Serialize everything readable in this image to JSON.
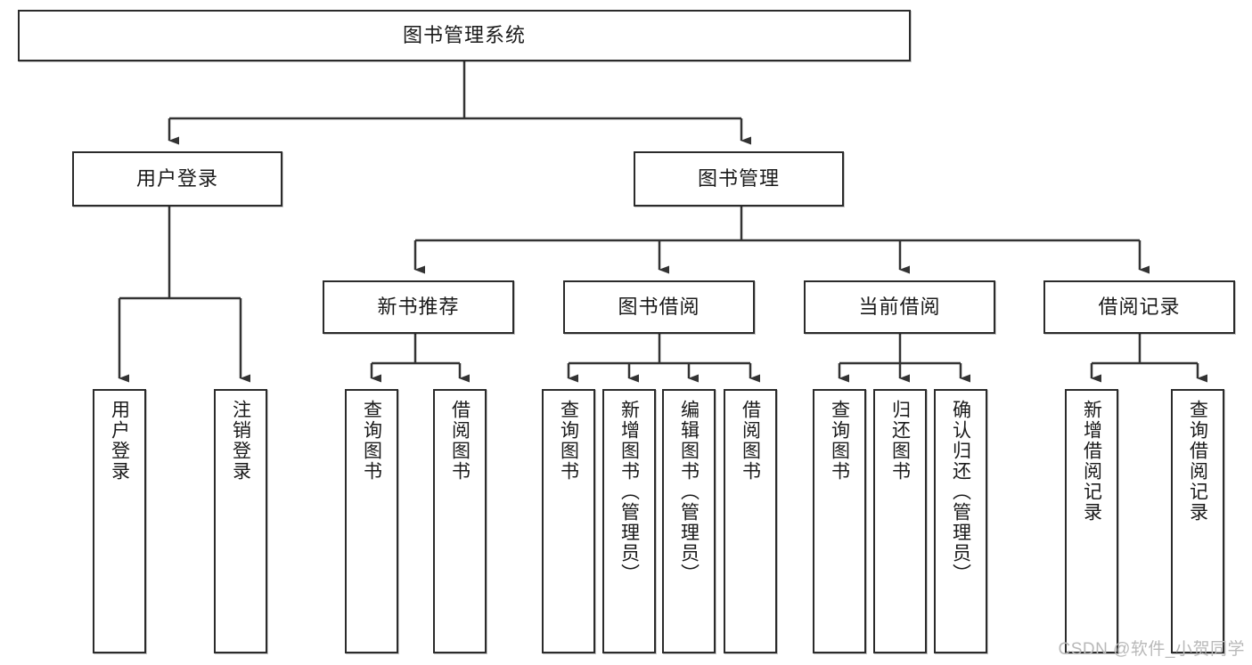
{
  "diagram": {
    "title": "图书管理系统",
    "type": "tree",
    "watermark": "CSDN @软件_小贺同学",
    "colors": {
      "border": "#2b2b2b",
      "fill": "#ffffff",
      "text": "#1a1a1a",
      "connector": "#333333",
      "watermark": "#b9b9b9"
    },
    "root": {
      "label": "图书管理系统"
    },
    "level2": [
      {
        "label": "用户登录"
      },
      {
        "label": "图书管理"
      }
    ],
    "level3": [
      {
        "label": "新书推荐"
      },
      {
        "label": "图书借阅"
      },
      {
        "label": "当前借阅"
      },
      {
        "label": "借阅记录"
      }
    ],
    "groups": [
      {
        "parent": "用户登录",
        "leaves": [
          {
            "label": "用户登录"
          },
          {
            "label": "注销登录"
          }
        ]
      },
      {
        "parent": "新书推荐",
        "leaves": [
          {
            "label": "查询图书"
          },
          {
            "label": "借阅图书"
          }
        ]
      },
      {
        "parent": "图书借阅",
        "leaves": [
          {
            "label": "查询图书"
          },
          {
            "label": "新增图书（管理员）"
          },
          {
            "label": "编辑图书（管理员）"
          },
          {
            "label": "借阅图书"
          }
        ]
      },
      {
        "parent": "当前借阅",
        "leaves": [
          {
            "label": "查询图书"
          },
          {
            "label": "归还图书"
          },
          {
            "label": "确认归还（管理员）"
          }
        ]
      },
      {
        "parent": "借阅记录",
        "leaves": [
          {
            "label": "新增借阅记录"
          },
          {
            "label": "查询借阅记录"
          }
        ]
      }
    ]
  }
}
